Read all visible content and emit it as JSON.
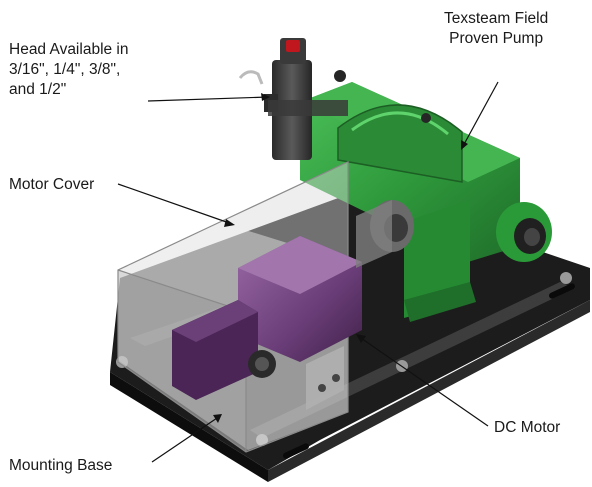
{
  "labels": {
    "head": {
      "lines": [
        "Head Available in",
        "3/16\", 1/4\", 3/8\",",
        "and 1/2\""
      ]
    },
    "pump": {
      "lines": [
        "Texsteam Field",
        "Proven Pump"
      ]
    },
    "motor_cover": "Motor Cover",
    "dc_motor": "DC Motor",
    "mounting_base": "Mounting Base"
  },
  "colors": {
    "base_plate": "#1c1c1c",
    "pump_body": "#2f9a3c",
    "motor_body": "#6a3d78",
    "cover_glass": "#cfcfcf",
    "head_body": "#3a3a3a",
    "head_cap": "#c0161d",
    "text": "#1a1a1a"
  }
}
